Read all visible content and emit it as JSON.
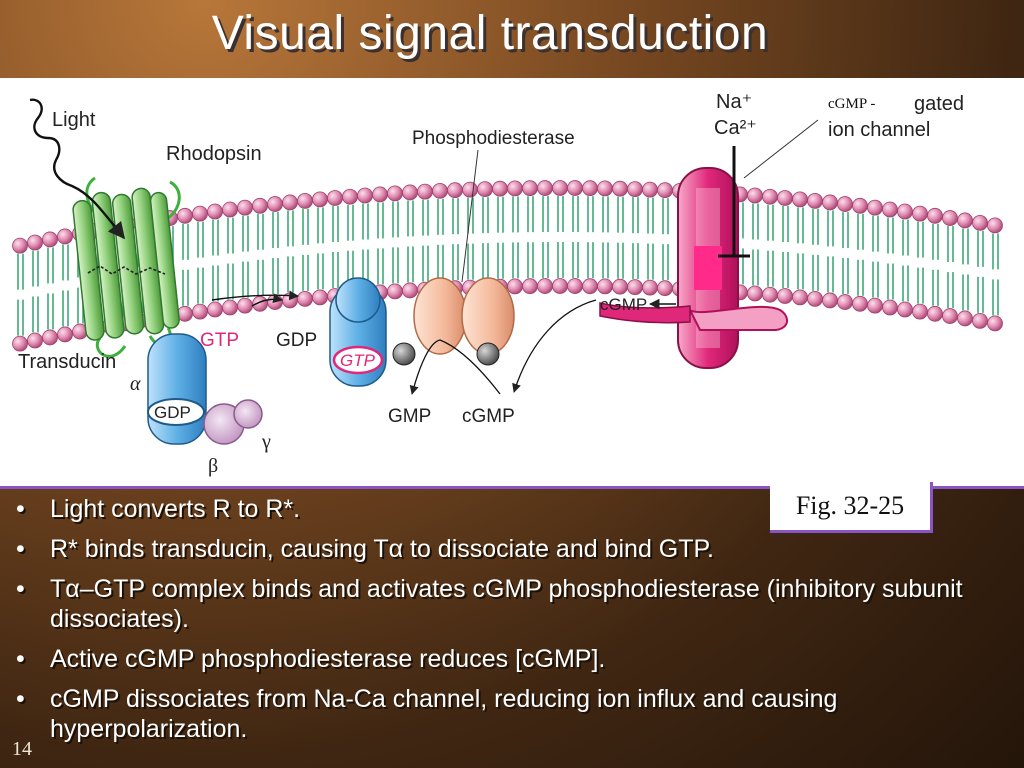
{
  "title": "Visual signal transduction",
  "figure": {
    "labels": {
      "light": "Light",
      "rhodopsin": "Rhodopsin",
      "phosphodiesterase": "Phosphodiesterase",
      "na": "Na⁺",
      "ca": "Ca²⁺",
      "cgmp_gated_a": "cGMP  -",
      "cgmp_gated_b": "gated",
      "ion_channel": "ion channel",
      "transducin": "Transducin",
      "gtp": "GTP",
      "gdp": "GDP",
      "gtp_bound": "GTP",
      "gdp_bound": "GDP",
      "alpha": "α",
      "beta": "β",
      "gamma": "γ",
      "cgmp_channel": "cGMP",
      "gmp": "GMP",
      "cgmp_pde": "cGMP"
    },
    "fig_ref": "Fig. 32-25"
  },
  "bullets": [
    "Light converts R to R*.",
    "R* binds transducin, causing Tα to dissociate and bind GTP.",
    "Tα–GTP complex binds and activates cGMP phosphodiesterase (inhibitory subunit dissociates).",
    "Active cGMP phosphodiesterase reduces [cGMP].",
    "cGMP dissociates from Na-Ca channel, reducing ion influx and causing hyperpolarization."
  ],
  "bullet_symbol": "•",
  "slide_number": "14",
  "colors": {
    "membrane_head": "#e08ab0",
    "membrane_tail": "#3fa878",
    "rhodopsin": "#8fcf7a",
    "transducin_alpha": "#5fb0e6",
    "transducin_betagamma": "#d8b8d8",
    "pde": "#f4b89a",
    "channel": "#e0287a",
    "accent": "#8a54c4"
  }
}
